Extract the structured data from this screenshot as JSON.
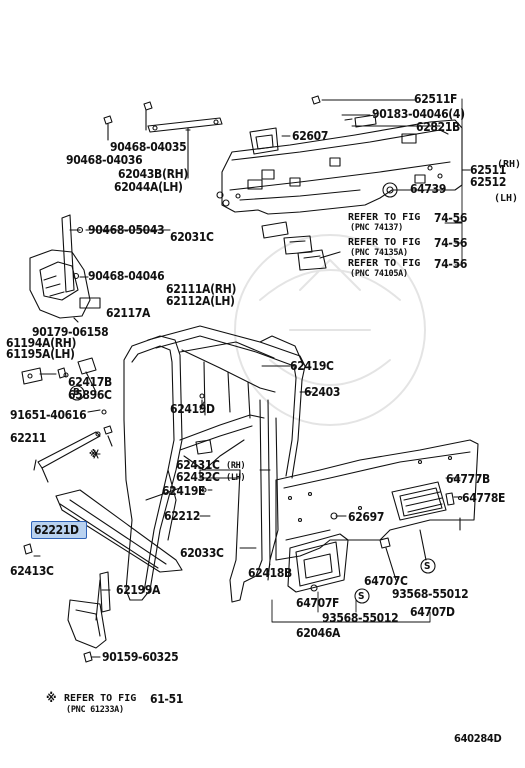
{
  "diagram_id": "640284D",
  "highlight_color": "#b9d2f0",
  "highlight_border": "#2f63b8",
  "highlighted_part": "62221D",
  "parts": {
    "p62511F": "62511F",
    "p90183": "90183-04046(4)",
    "p62607": "62607",
    "p62821B": "62821B",
    "p62511": "62511",
    "p62512": "62512",
    "rh": "(RH)",
    "lh": "(LH)",
    "p64739": "64739",
    "p90468_04035": "90468-04035",
    "p90468_04036": "90468-04036",
    "p62043B": "62043B(RH)",
    "p62044A": "62044A(LH)",
    "p90468_05043": "90468-05043",
    "p62031C": "62031C",
    "ref1": "REFER TO FIG",
    "ref1pnc": "(PNC 74137)",
    "ref1num": "74-56",
    "ref2": "REFER TO FIG",
    "ref2pnc": "(PNC 74135A)",
    "ref2num": "74-56",
    "ref3": "REFER TO FIG",
    "ref3pnc": "(PNC 74105A)",
    "ref3num": "74-56",
    "p90468_04046": "90468-04046",
    "p62111A": "62111A(RH)",
    "p62112A": "62112A(LH)",
    "p62117A": "62117A",
    "p90179": "90179-06158",
    "p61194A": "61194A(RH)",
    "p61195A": "61195A(LH)",
    "p62419C": "62419C",
    "p62417B": "62417B",
    "p65896C": "65896C",
    "p62403": "62403",
    "p91651": "91651-40616",
    "p62419D": "62419D",
    "p62211": "62211",
    "p62431C": "62431C",
    "p62432C": "62432C",
    "rh2": "(RH)",
    "lh2": "(LH)",
    "p64777B": "64777B",
    "p62419E": "62419E",
    "p64778E": "64778E",
    "p62212": "62212",
    "p62697": "62697",
    "p62221D": "62221D",
    "p62033C": "62033C",
    "p62413C": "62413C",
    "p62418B": "62418B",
    "p64707C": "64707C",
    "p62199A": "62199A",
    "p64707F": "64707F",
    "p93568_a": "93568-55012",
    "p93568_b": "93568-55012",
    "p64707D": "64707D",
    "p62046A": "62046A",
    "p90159": "90159-60325",
    "note_ref": "REFER TO FIG",
    "note_num": "61-51",
    "note_pnc": "(PNC 61233A)",
    "note_mark": "※",
    "callout_b": "B",
    "callout_s1": "S",
    "callout_s2": "S",
    "star_mark": "※"
  }
}
